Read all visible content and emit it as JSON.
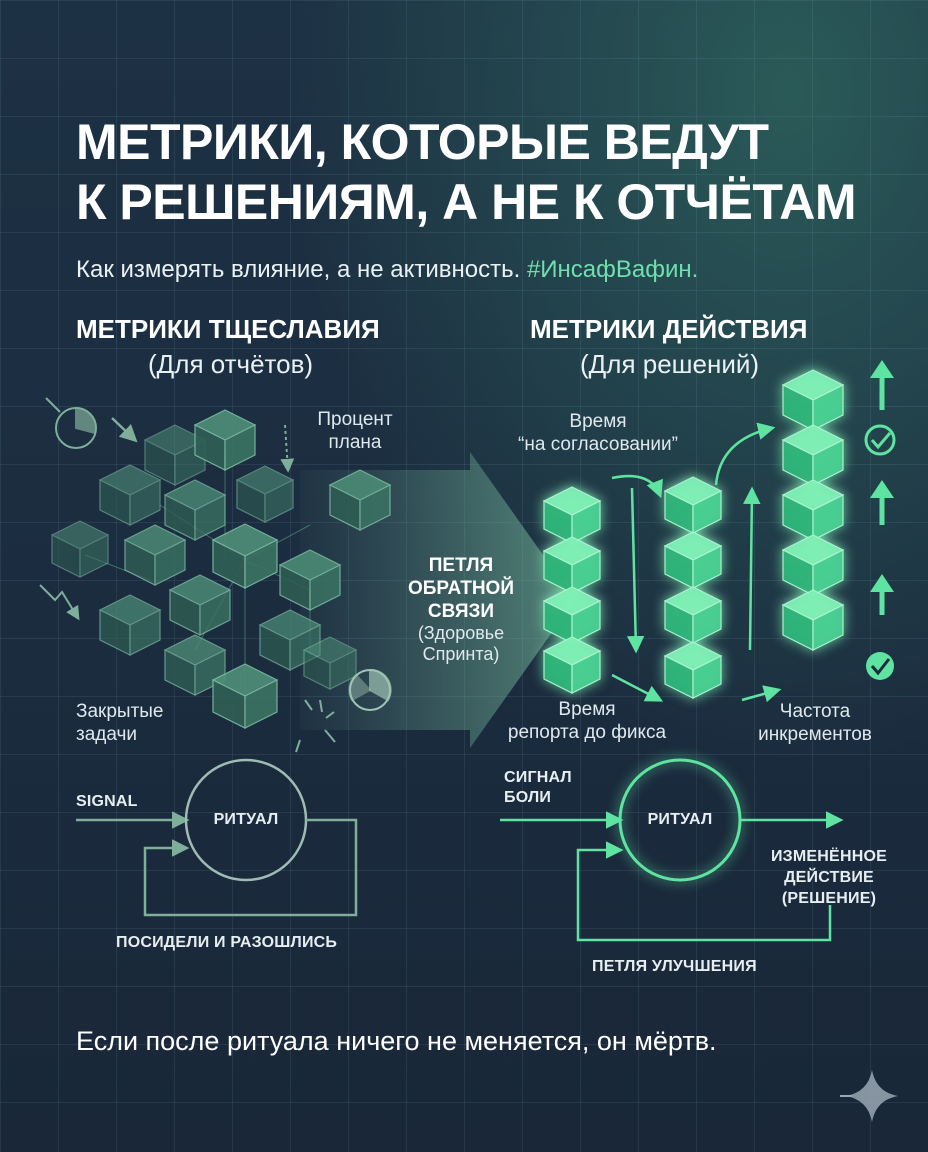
{
  "title": {
    "line1": "МЕТРИКИ, КОТОРЫЕ ВЕДУТ",
    "line2": "К РЕШЕНИЯМ, А НЕ К ОТЧЁТАМ"
  },
  "subtitle": {
    "text": "Как измерять влияние, а не активность.",
    "hashtag": "#ИнсафВафин."
  },
  "vanity": {
    "heading": "МЕТРИКИ ТЩЕСЛАВИЯ",
    "subheading": "(Для отчётов)",
    "label_plan": [
      "Процент",
      "плана"
    ],
    "label_closed": [
      "Закрытые",
      "задачи"
    ],
    "loop": {
      "input": "SIGNAL",
      "node": "РИТУАЛ",
      "output": "ПОСИДЕЛИ И РАЗОШЛИСЬ"
    }
  },
  "feedback": {
    "title": [
      "ПЕТЛЯ",
      "ОБРАТНОЙ",
      "СВЯЗИ"
    ],
    "subtitle": [
      "(Здоровье",
      "Спринта)"
    ]
  },
  "action": {
    "heading": "МЕТРИКИ ДЕЙСТВИЯ",
    "subheading": "(Для решений)",
    "label_approval": [
      "Время",
      "“на согласовании”"
    ],
    "label_fix": [
      "Время",
      "репорта до фикса"
    ],
    "label_increments": [
      "Частота",
      "инкрементов"
    ],
    "loop": {
      "input": [
        "СИГНАЛ",
        "БОЛИ"
      ],
      "node": "РИТУАЛ",
      "output": [
        "ИЗМЕНЁННОЕ",
        "ДЕЙСТВИЕ",
        "(РЕШЕНИЕ)"
      ],
      "return": "ПЕТЛЯ УЛУЧШЕНИЯ"
    }
  },
  "footer": {
    "text": "Если после ритуала ничего не меняется, он мёртв."
  },
  "colors": {
    "background": "#1b2c3f",
    "accent_green": "#5fe3a1",
    "muted_green": "#5e9c84",
    "text": "#ffffff"
  },
  "icons": [
    "pie-chart-icon",
    "check-circle-icon",
    "up-arrow-icon",
    "sparkle-icon"
  ]
}
